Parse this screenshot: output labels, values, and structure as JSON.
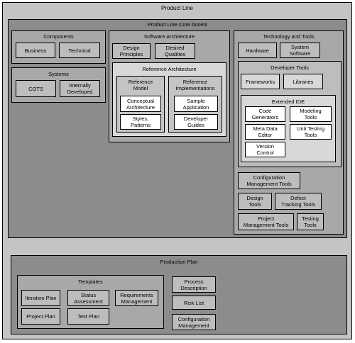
{
  "product_line": {
    "title": "Product Line",
    "core_assets": {
      "title": "Product Line Core Assets",
      "components": {
        "title": "Components",
        "items": [
          "Business",
          "Technical"
        ]
      },
      "systems": {
        "title": "Systems",
        "items": [
          "COTS",
          "Internally\nDeveloped"
        ]
      },
      "software_architecture": {
        "title": "Software Architecture",
        "items": [
          "Design\nPrinciples",
          "Desired\nQualities"
        ],
        "reference_architecture": {
          "title": "Reference Architecture",
          "reference_model": {
            "title": "Reference\nModel",
            "items": [
              "Conceptual\nArchitecture",
              "Styles,\nPatterns"
            ]
          },
          "reference_implementations": {
            "title": "Reference\nImplementations",
            "items": [
              "Sample\nApplication",
              "Developer\nGuides"
            ]
          }
        }
      },
      "technology_and_tools": {
        "title": "Technology and Tools",
        "items": [
          "Hardware",
          "System\nSoftware"
        ],
        "developer_tools": {
          "title": "Developer Tools",
          "items": [
            "Frameworks",
            "Libraries"
          ],
          "extended_ide": {
            "title": "Extended IDE",
            "items": [
              "Code\nGenerators",
              "Modeling\nTools",
              "Meta Data\nEditor",
              "Unit Testing\nTools",
              "Version\nControl"
            ]
          }
        },
        "other_tools": [
          "Configuration\nManagement Tools",
          "Design\nTools",
          "Defect\nTracking Tools",
          "Project\nManagement Tools",
          "Testing\nTools"
        ]
      }
    },
    "production_plan": {
      "title": "Production Plan",
      "templates": {
        "title": "Templates",
        "items": [
          "Iteration Plan",
          "Status\nAssessment",
          "Requirements\nManagement",
          "Project Plan",
          "Test Plan"
        ]
      },
      "items": [
        "Process\nDescription",
        "Risk List",
        "Configuration\nManagement"
      ]
    }
  }
}
